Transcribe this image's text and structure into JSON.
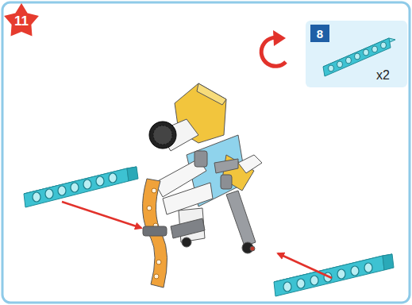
{
  "diagram": {
    "nodes": [
      {
        "text": [
          "11"
        ]
      },
      {
        "text": [
          "x2"
        ]
      },
      {
        "text": [
          "8"
        ],
        "in": 1
      }
    ]
  }
}
